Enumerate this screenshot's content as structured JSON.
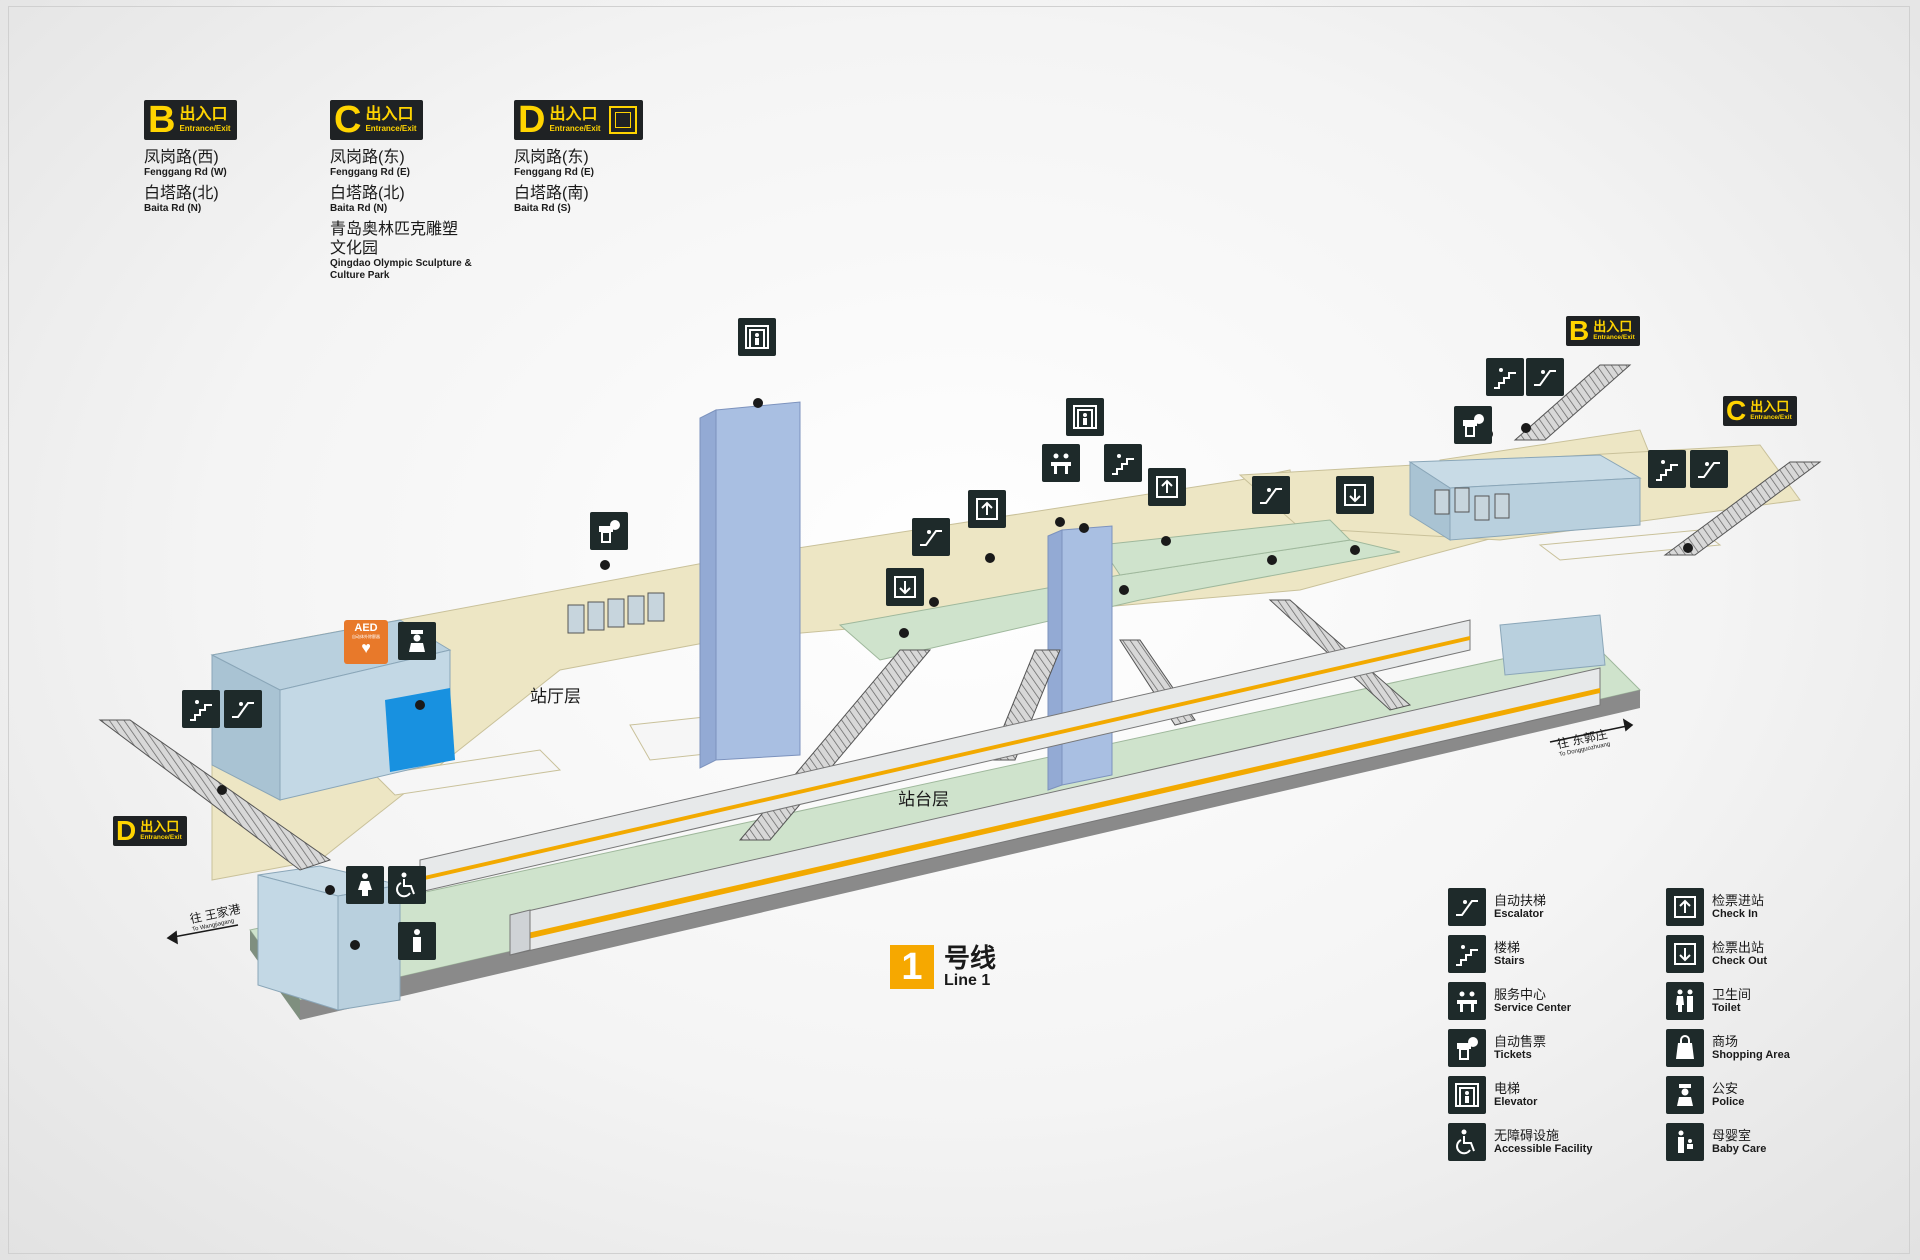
{
  "exits_top": [
    {
      "letter": "B",
      "zh": "出入口",
      "en": "Entrance/Exit",
      "has_elevator": false,
      "destinations": [
        {
          "zh": "凤岗路(西)",
          "en": "Fenggang Rd (W)"
        },
        {
          "zh": "白塔路(北)",
          "en": "Baita Rd (N)"
        }
      ]
    },
    {
      "letter": "C",
      "zh": "出入口",
      "en": "Entrance/Exit",
      "has_elevator": false,
      "destinations": [
        {
          "zh": "凤岗路(东)",
          "en": "Fenggang Rd (E)"
        },
        {
          "zh": "白塔路(北)",
          "en": "Baita Rd (N)"
        },
        {
          "zh": "青岛奥林匹克雕塑文化园",
          "en": "Qingdao Olympic Sculpture & Culture Park"
        }
      ]
    },
    {
      "letter": "D",
      "zh": "出入口",
      "en": "Entrance/Exit",
      "has_elevator": true,
      "destinations": [
        {
          "zh": "凤岗路(东)",
          "en": "Fenggang Rd (E)"
        },
        {
          "zh": "白塔路(南)",
          "en": "Baita Rd (S)"
        }
      ]
    }
  ],
  "diagram_exit_signs": {
    "b": {
      "letter": "B",
      "zh": "出入口",
      "en": "Entrance/Exit"
    },
    "c": {
      "letter": "C",
      "zh": "出入口",
      "en": "Entrance/Exit"
    },
    "d": {
      "letter": "D",
      "zh": "出入口",
      "en": "Entrance/Exit"
    }
  },
  "floors": {
    "concourse": "站厅层",
    "platform": "站台层"
  },
  "directions": {
    "east": {
      "zh": "往 东郭庄",
      "en": "To Dongguozhuang"
    },
    "west": {
      "zh": "往 王家港",
      "en": "To Wangjiagang"
    }
  },
  "line": {
    "number": "1",
    "zh": "号线",
    "en": "Line 1"
  },
  "aed": {
    "label": "AED",
    "sub": "自动体外除颤器"
  },
  "legend": [
    {
      "icon": "escalator-icon",
      "zh": "自动扶梯",
      "en": "Escalator"
    },
    {
      "icon": "check-in-icon",
      "zh": "检票进站",
      "en": "Check In"
    },
    {
      "icon": "stairs-icon",
      "zh": "楼梯",
      "en": "Stairs"
    },
    {
      "icon": "check-out-icon",
      "zh": "检票出站",
      "en": "Check Out"
    },
    {
      "icon": "service-center-icon",
      "zh": "服务中心",
      "en": "Service Center"
    },
    {
      "icon": "toilet-icon",
      "zh": "卫生间",
      "en": "Toilet"
    },
    {
      "icon": "ticket-icon",
      "zh": "自动售票",
      "en": "Tickets"
    },
    {
      "icon": "shopping-icon",
      "zh": "商场",
      "en": "Shopping Area"
    },
    {
      "icon": "elevator-icon",
      "zh": "电梯",
      "en": "Elevator"
    },
    {
      "icon": "police-icon",
      "zh": "公安",
      "en": "Police"
    },
    {
      "icon": "accessible-icon",
      "zh": "无障碍设施",
      "en": "Accessible Facility"
    },
    {
      "icon": "baby-care-icon",
      "zh": "母婴室",
      "en": "Baby Care"
    }
  ],
  "colors": {
    "concourse": "#ede6c4",
    "platform": "#cfe3cc",
    "structure": "#b9d0de",
    "elevator_shaft": "#a9bfe2",
    "police_room": "#1891e0",
    "sign_bg": "#1f2224",
    "sign_text": "#ffd400",
    "line_badge": "#f6a800",
    "aed": "#e8792a",
    "train_stripe": "#f2a900"
  }
}
